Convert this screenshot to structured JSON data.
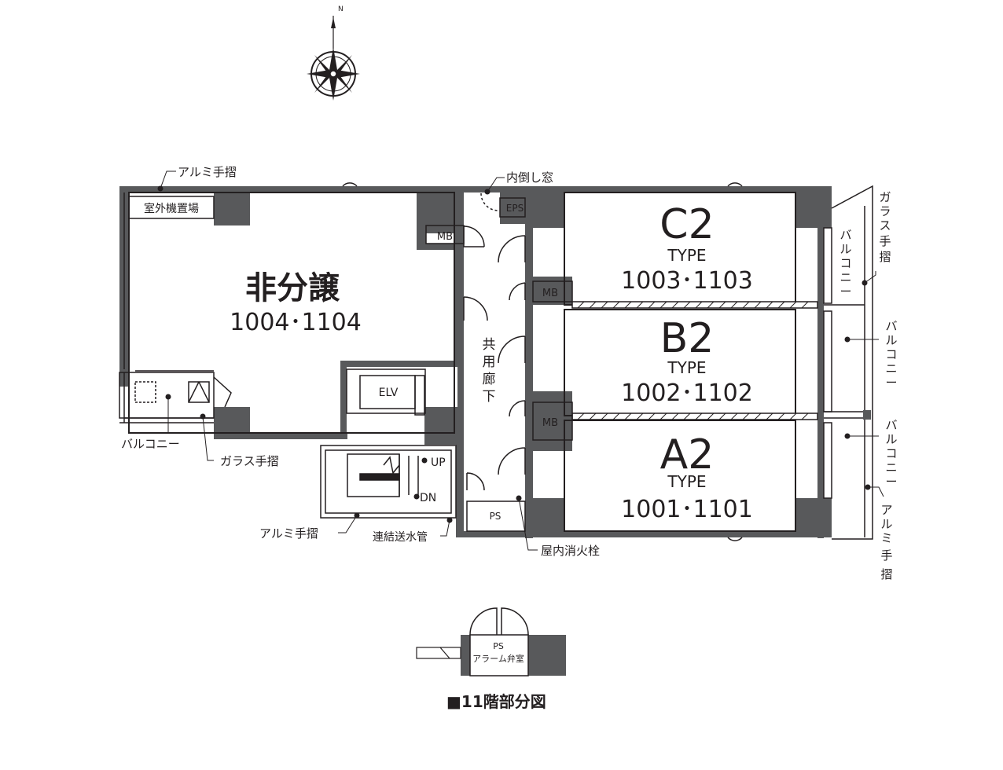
{
  "compass": {
    "north": "N"
  },
  "units": {
    "c2": {
      "name": "C2",
      "type": "TYPE",
      "numbers": "1003･1103"
    },
    "b2": {
      "name": "B2",
      "type": "TYPE",
      "numbers": "1002･1102"
    },
    "a2": {
      "name": "A2",
      "type": "TYPE",
      "numbers": "1001･1101"
    },
    "hibunjo": {
      "name": "非分譲",
      "numbers": "1004･1104"
    }
  },
  "rooms": {
    "mb_top": "MB",
    "mb_mid": "MB",
    "mb_low": "MB",
    "eps": "EPS",
    "elv": "ELV",
    "ps": "PS",
    "corridor": [
      "共",
      "用",
      "廊",
      "下"
    ],
    "up": "UP",
    "dn": "DN",
    "outdoor_unit": "室外機置場"
  },
  "callouts": {
    "alumi_top": "アルミ手摺",
    "uchidaoshi": "内倒し窓",
    "garasu_right": [
      "ガ",
      "ラ",
      "ス",
      "手",
      "摺"
    ],
    "balcony_c2": [
      "バ",
      "ル",
      "コ",
      "ニ",
      "ー"
    ],
    "balcony_b2": [
      "バ",
      "ル",
      "コ",
      "ニ",
      "ー"
    ],
    "balcony_a2": [
      "バ",
      "ル",
      "コ",
      "ニ",
      "ー"
    ],
    "alumi_right": [
      "ア",
      "ル",
      "ミ",
      "手",
      "摺"
    ],
    "balcony_left": "バルコニー",
    "garasu_left": "ガラス手摺",
    "alumi_left": "アルミ手摺",
    "renketsu": "連結送水管",
    "okunai": "屋内消火栓"
  },
  "detail": {
    "ps": "PS",
    "alarm": "アラーム弁室"
  },
  "caption": "■11階部分図"
}
